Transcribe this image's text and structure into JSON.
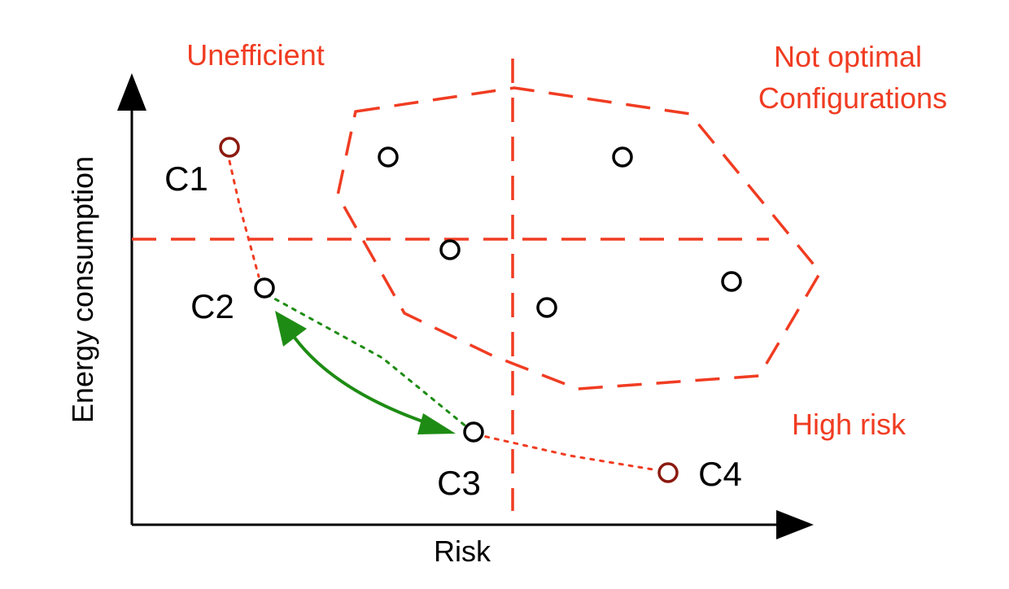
{
  "axes": {
    "x_label": "Risk",
    "y_label": "Energy consumption"
  },
  "regions": {
    "inefficient": "Unefficient",
    "not_optimal_line1": "Not optimal",
    "not_optimal_line2": "Configurations",
    "high_risk": "High risk"
  },
  "configurations": {
    "c1": "C1",
    "c2": "C2",
    "c3": "C3",
    "c4": "C4"
  },
  "colors": {
    "region": "#f03c22",
    "pareto_point": "#8b1a10",
    "trade_off": "#1e8c14",
    "axis": "#000000"
  }
}
